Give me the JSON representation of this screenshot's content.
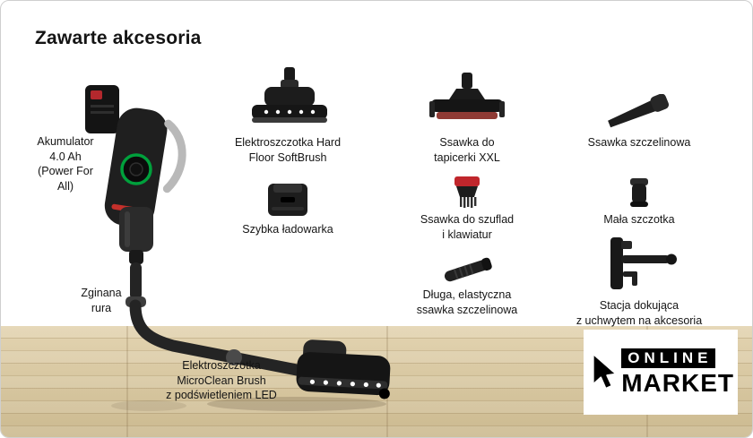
{
  "title": "Zawarte akcesoria",
  "vacuum_labels": {
    "battery": "Akumulator\n4.0 Ah\n(Power For\nAll)",
    "tube": "Zginana\nrura",
    "main_brush": "Elektroszczotka\nMicroClean Brush\nz podświetleniem LED"
  },
  "accessories": [
    {
      "id": "hard-floor-softbrush",
      "label": "Elektroszczotka Hard\nFloor SoftBrush"
    },
    {
      "id": "quick-charger",
      "label": "Szybka ładowarka"
    },
    {
      "id": "upholstery-nozzle-xxl",
      "label": "Ssawka do\ntapicerki XXL"
    },
    {
      "id": "drawer-keyboard-nozzle",
      "label": "Ssawka do szuflad\ni klawiatur"
    },
    {
      "id": "long-flexible-crevice-nozzle",
      "label": "Długa, elastyczna\nssawka szczelinowa"
    },
    {
      "id": "crevice-nozzle",
      "label": "Ssawka szczelinowa"
    },
    {
      "id": "small-brush",
      "label": "Mała szczotka"
    },
    {
      "id": "docking-station",
      "label": "Stacja dokująca\nz uchwytem na akcesoria"
    }
  ],
  "watermark": {
    "line1": "ONLINE",
    "line2": "MARKET"
  },
  "colors": {
    "accent_green": "#00a03c",
    "accent_red": "#c0262c",
    "product_dark": "#1b1b1b",
    "floor_wood": "#d9c8a2"
  }
}
